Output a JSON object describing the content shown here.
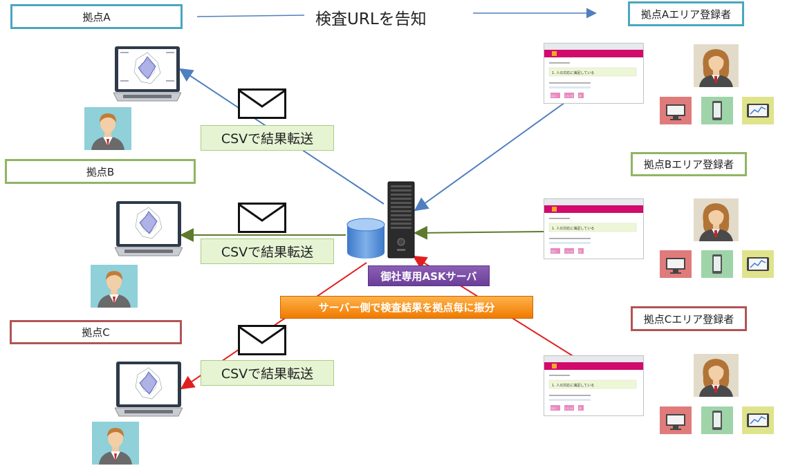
{
  "title": "検査URLを告知",
  "sites": [
    {
      "label": "拠点A",
      "color": "#4aa6c0"
    },
    {
      "label": "拠点B",
      "color": "#8fb562"
    },
    {
      "label": "拠点C",
      "color": "#b25454"
    }
  ],
  "registrants": [
    {
      "label": "拠点Aエリア登録者",
      "color": "#4aa6c0"
    },
    {
      "label": "拠点Bエリア登録者",
      "color": "#8fb562"
    },
    {
      "label": "拠点Cエリア登録者",
      "color": "#b25454"
    }
  ],
  "transfer_label": "CSVで結果転送",
  "server_label": "御社専用ASKサーバ",
  "distribution_label": "サーバー側で検査結果を拠点毎に振分",
  "browser": {
    "question": "1. 人の対応に満足している",
    "button_labels": [
      "はい",
      "いいえ",
      "次"
    ]
  }
}
